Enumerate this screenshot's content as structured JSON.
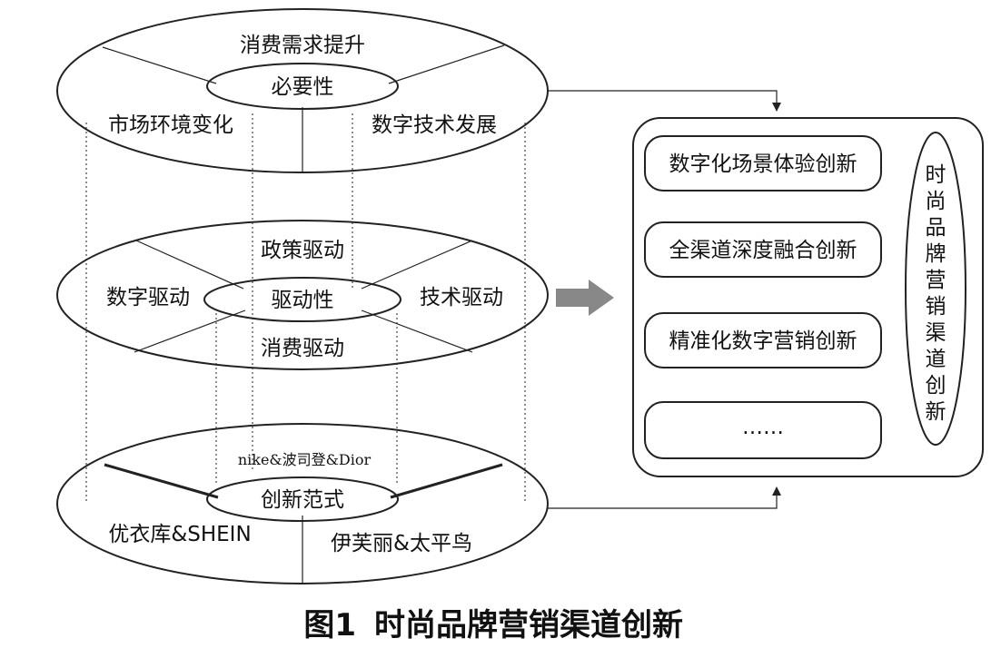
{
  "layers": [
    {
      "center": "必要性",
      "labels": [
        "消费需求提升",
        "市场环境变化",
        "数字技术发展"
      ]
    },
    {
      "center": "驱动性",
      "labels": [
        "政策驱动",
        "数字驱动",
        "技术驱动",
        "消费驱动"
      ]
    },
    {
      "center": "创新范式",
      "labels": [
        "nike&波司登&Dior",
        "优衣库&SHEIN",
        "伊芙丽&太平鸟"
      ]
    }
  ],
  "panel": {
    "items": [
      "数字化场景体验创新",
      "全渠道深度融合创新",
      "精准化数字营销创新",
      "……"
    ],
    "vertical_title": "时尚品牌营销渠道创新"
  },
  "caption": {
    "number": "图1",
    "title": "时尚品牌营销渠道创新"
  }
}
